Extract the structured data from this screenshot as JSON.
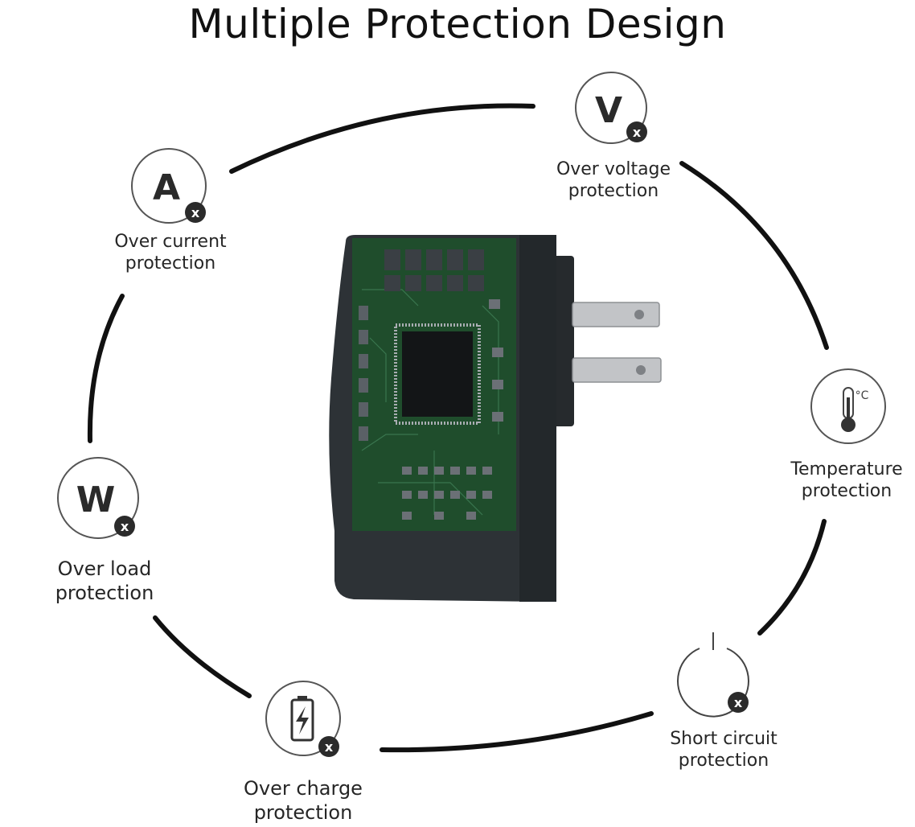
{
  "title": "Multiple Protection Design",
  "colors": {
    "ring": "#111111",
    "icon_stroke": "#444444",
    "badge": "#2b2b2b",
    "charger_body": "#2d3236",
    "pcb_green": "#1f4d2c",
    "prong": "#bfc1c4"
  },
  "features": [
    {
      "id": "over-current",
      "glyph": "A",
      "icon": "ammeter-icon",
      "line1": "Over current",
      "line2": "protection"
    },
    {
      "id": "over-voltage",
      "glyph": "V",
      "icon": "voltmeter-icon",
      "line1": "Over voltage",
      "line2": "protection"
    },
    {
      "id": "temperature",
      "glyph": "°C",
      "icon": "thermometer-icon",
      "line1": "Temperature",
      "line2": "protection"
    },
    {
      "id": "short-circuit",
      "glyph": "",
      "icon": "power-icon",
      "line1": "Short circuit",
      "line2": "protection"
    },
    {
      "id": "over-charge",
      "glyph": "",
      "icon": "battery-charging-icon",
      "line1": "Over charge",
      "line2": "protection"
    },
    {
      "id": "over-load",
      "glyph": "W",
      "icon": "wattmeter-icon",
      "line1": "Over load",
      "line2": "protection"
    }
  ],
  "badge_glyph": "x"
}
